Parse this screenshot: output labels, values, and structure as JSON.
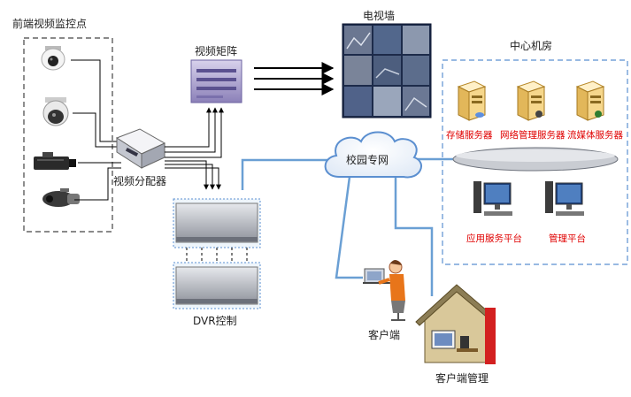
{
  "labels": {
    "front_monitor_points": "前端视频监控点",
    "video_matrix": "视频矩阵",
    "tv_wall": "电视墙",
    "center_room": "中心机房",
    "video_distributor": "视频分配器",
    "campus_network": "校园专网",
    "dvr_control": "DVR控制",
    "client": "客户端",
    "client_management": "客户端管理"
  },
  "servers": [
    "存储服务器",
    "网络管理服务器",
    "流媒体服务器"
  ],
  "platforms": [
    "应用服务平台",
    "管理平台"
  ],
  "colors": {
    "red_text": "#e00000",
    "link_blue": "#6a9fd4",
    "frame_blue": "#5b8fd0",
    "dashed_black": "#444444"
  },
  "icons": {
    "camera": "security-camera-icon",
    "server": "server-tower-icon",
    "workstation": "desktop-computer-icon",
    "person": "person-at-desk-icon",
    "house": "house-icon",
    "cloud": "cloud-icon"
  }
}
